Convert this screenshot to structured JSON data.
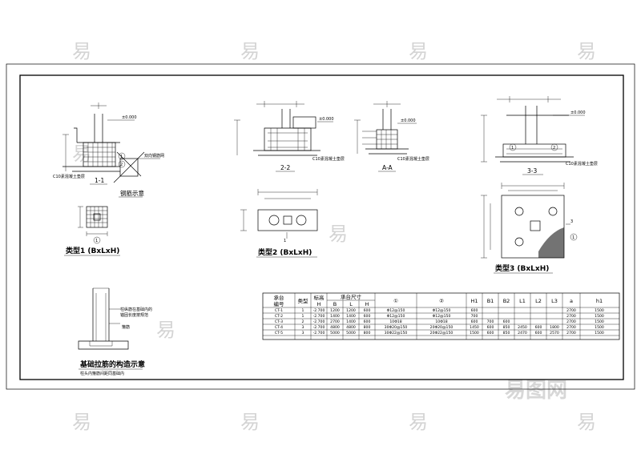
{
  "watermark": {
    "glyph": "易",
    "logo": "易图网"
  },
  "sections": {
    "sec_1_1": "1-1",
    "sec_2_2": "2-2",
    "sec_a_a": "A-A",
    "sec_3_3": "3-3",
    "sec_1": "1",
    "sec_3": "3"
  },
  "captions": {
    "rebar_detail": "钢筋示意",
    "type1": "类型1  (BxLxH)",
    "type2": "类型2  (BxLxH)",
    "type3": "类型3  (BxLxH)",
    "foundation_anchor": "基础拉筋的构造示意",
    "foundation_anchor_note": "柱头内箍筋间距同基础内"
  },
  "notes": {
    "elev_top": "±0.000",
    "cushion_note": "C10素混凝土垫层",
    "mesh_note": "双向钢筋网",
    "anchor_note_a": "柱纵筋在基础内的",
    "anchor_note_b": "锚固长度按规范",
    "stirrup_note": "箍筋"
  },
  "table": {
    "header_top": [
      "承台",
      "类型",
      "标高",
      "承台尺寸",
      "①",
      "②",
      "H1",
      "B1",
      "B2",
      "L1",
      "L2",
      "L3",
      "a",
      "h1"
    ],
    "header_sub": [
      "编号",
      "",
      "H",
      "B",
      "L",
      "H"
    ],
    "rows": [
      [
        "CT-1",
        "1",
        "-2.700",
        "1200",
        "1200",
        "600",
        "Φ12@150",
        "Φ12@150",
        "600",
        "",
        "",
        "",
        "",
        "",
        "2700",
        "1500"
      ],
      [
        "CT-2",
        "1",
        "-2.700",
        "1400",
        "1400",
        "600",
        "Φ12@150",
        "Φ12@150",
        "700",
        "",
        "",
        "",
        "",
        "",
        "2700",
        "1500"
      ],
      [
        "CT-3",
        "2",
        "-2.700",
        "2700",
        "1400",
        "600",
        "10Φ18",
        "10Φ18",
        "600",
        "700",
        "600",
        "",
        "",
        "",
        "2700",
        "1500"
      ],
      [
        "CT-4",
        "3",
        "-2.700",
        "4800",
        "4800",
        "800",
        "30Φ20@150",
        "20Φ20@150",
        "1450",
        "600",
        "850",
        "2450",
        "600",
        "1800",
        "2700",
        "1500"
      ],
      [
        "CT-5",
        "3",
        "-2.700",
        "5000",
        "5000",
        "800",
        "30Φ22@150",
        "20Φ22@150",
        "1500",
        "600",
        "850",
        "2470",
        "600",
        "2570",
        "2700",
        "1500"
      ]
    ]
  }
}
